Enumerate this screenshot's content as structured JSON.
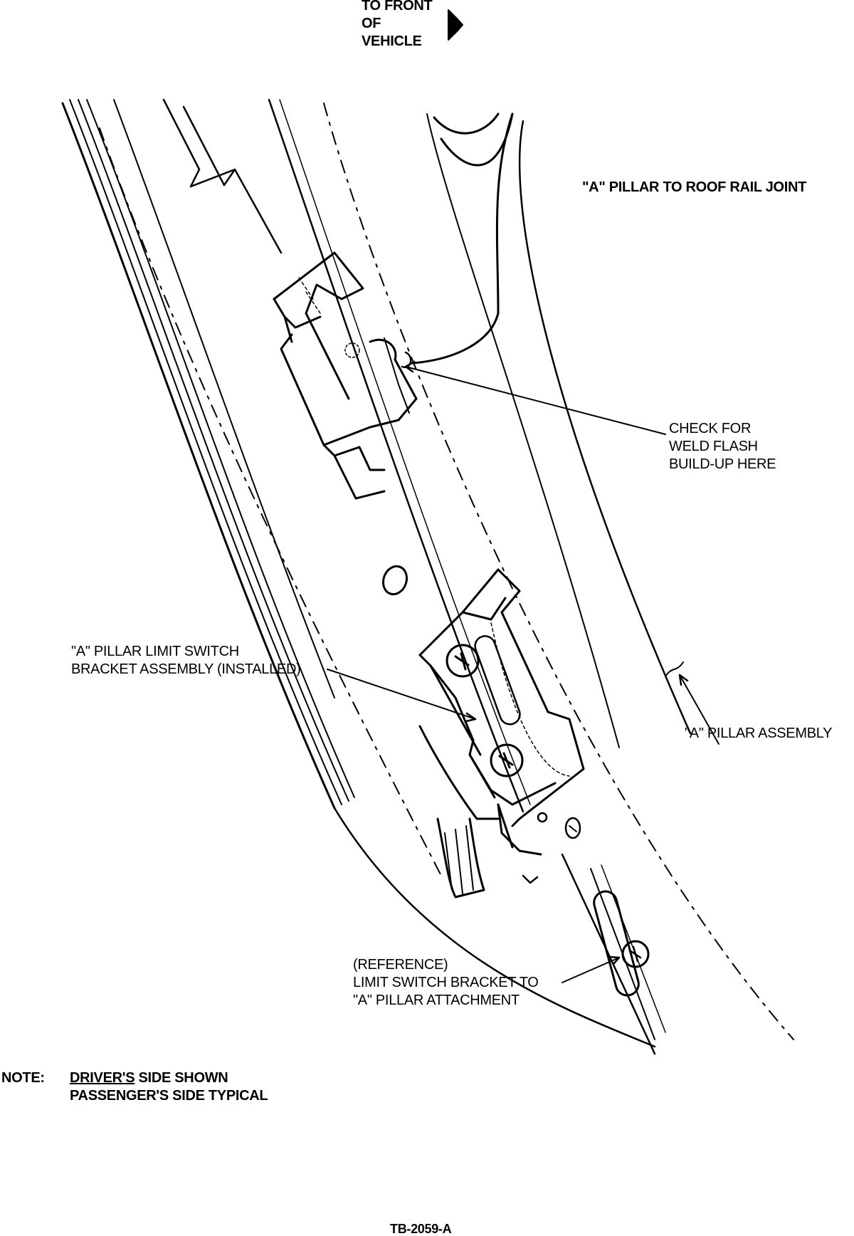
{
  "direction": {
    "lines": [
      "TO FRONT",
      "OF",
      "VEHICLE"
    ],
    "arrow_icon": "right-arrow-icon"
  },
  "labels": {
    "roof_joint": "\"A\" PILLAR TO ROOF RAIL JOINT",
    "weld_flash": [
      "CHECK FOR",
      "WELD FLASH",
      "BUILD-UP HERE"
    ],
    "bracket": [
      "\"A\" PILLAR LIMIT SWITCH",
      "BRACKET ASSEMBLY (INSTALLED)"
    ],
    "pillar": "\"A\" PILLAR ASSEMBLY",
    "reference": [
      "(REFERENCE)",
      "LIMIT SWITCH BRACKET TO",
      "\"A\" PILLAR ATTACHMENT"
    ]
  },
  "note": {
    "prefix": "NOTE:",
    "line1_underlined": "DRIVER'S",
    "line1_rest": " SIDE SHOWN",
    "line2": "PASSENGER'S SIDE TYPICAL"
  },
  "figure_id": "TB-2059-A"
}
